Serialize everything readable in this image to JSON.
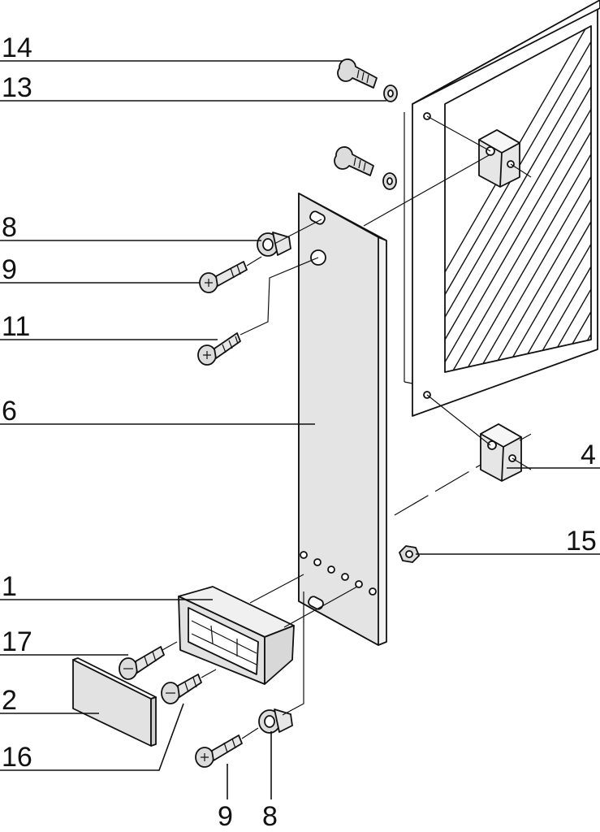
{
  "callouts": {
    "c14": "14",
    "c13": "13",
    "c8_top": "8",
    "c9_left": "9",
    "c11": "11",
    "c6": "6",
    "c4": "4",
    "c15": "15",
    "c1": "1",
    "c17": "17",
    "c2": "2",
    "c16": "16",
    "c9_bottom": "9",
    "c8_bottom": "8"
  },
  "colors": {
    "line": "#111111",
    "panel_fill": "#e6e6e6",
    "part_fill": "#e0e0e0",
    "background": "#ffffff"
  }
}
